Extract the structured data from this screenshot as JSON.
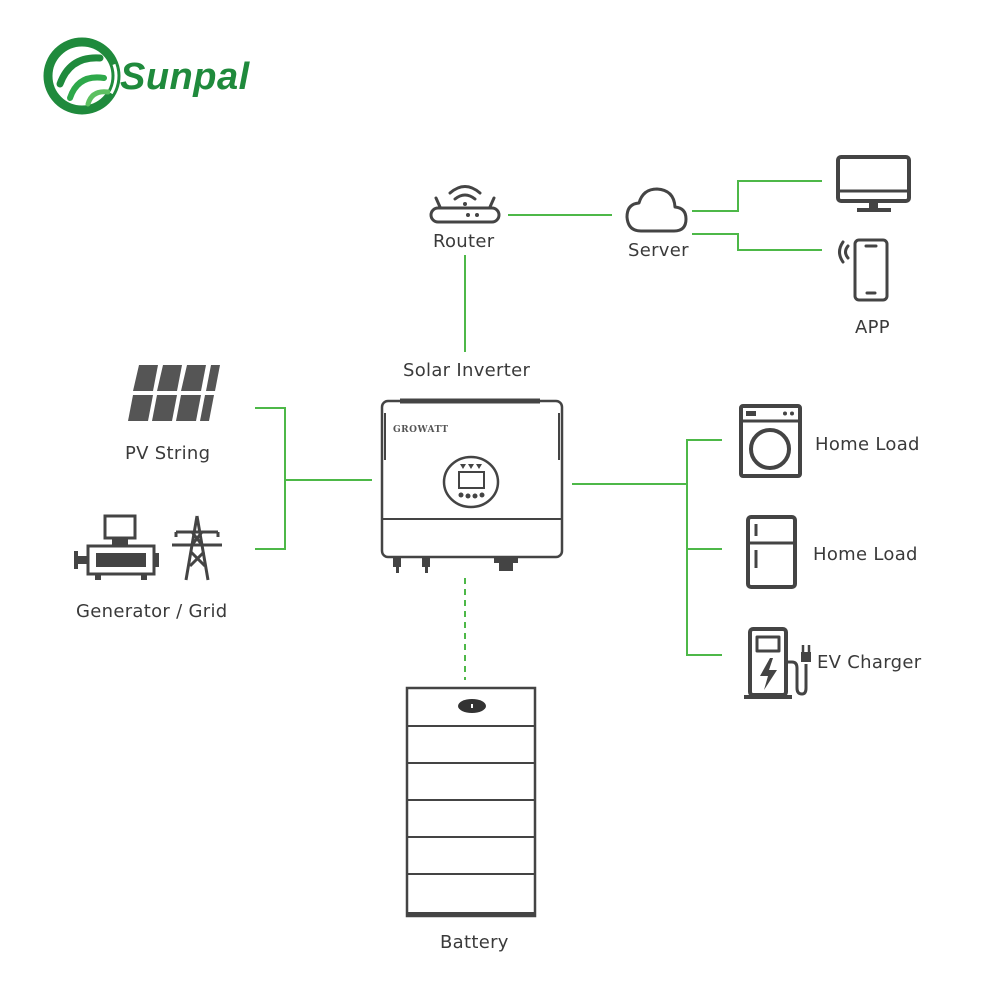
{
  "logo": {
    "text": "Sunpal"
  },
  "inverter": {
    "label": "Solar Inverter",
    "brand": "GROWATT"
  },
  "nodes": {
    "router": "Router",
    "server": "Server",
    "app": "APP",
    "pv": "PV String",
    "generator_grid": "Generator / Grid",
    "home_load_1": "Home Load",
    "home_load_2": "Home Load",
    "ev_charger": "EV Charger",
    "battery": "Battery"
  },
  "colors": {
    "connection_line": "#4db848",
    "logo_green": "#1f8a3c",
    "icon_dark": "#444444",
    "label_gray": "#3a3a3a"
  }
}
